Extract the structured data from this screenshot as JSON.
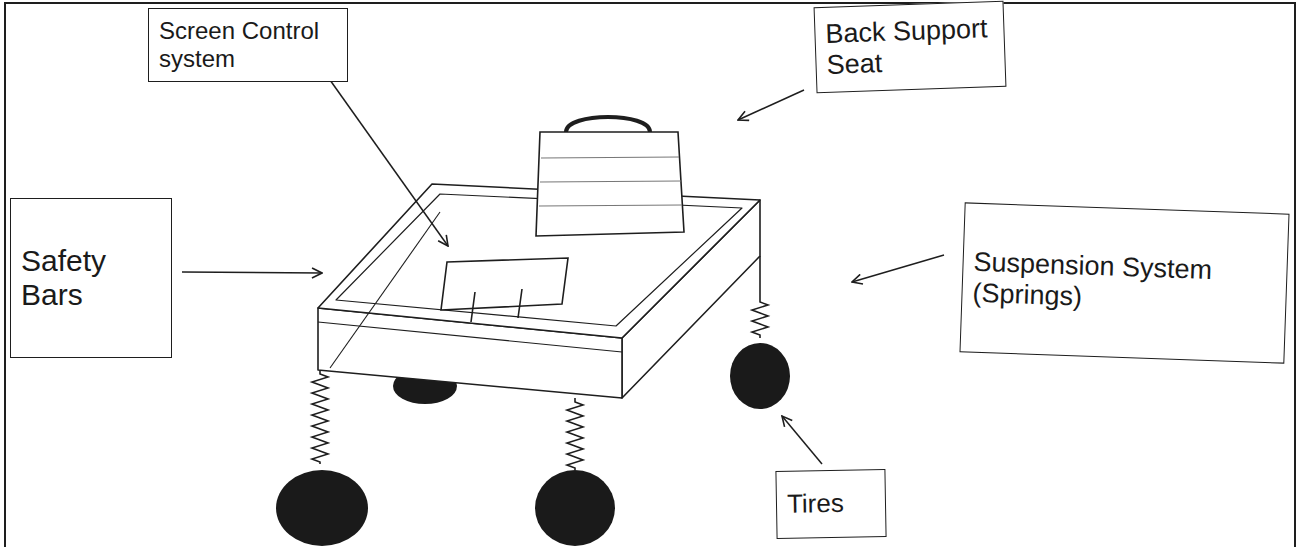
{
  "diagram": {
    "nodes": [
      {
        "text": [
          "Screen Control system"
        ]
      },
      {
        "text": [
          "Back Support Seat"
        ]
      },
      {
        "text": [
          "Safety Bars"
        ]
      },
      {
        "text": [
          "Suspension System (Springs)"
        ]
      },
      {
        "text": [
          "Tires"
        ]
      }
    ]
  }
}
